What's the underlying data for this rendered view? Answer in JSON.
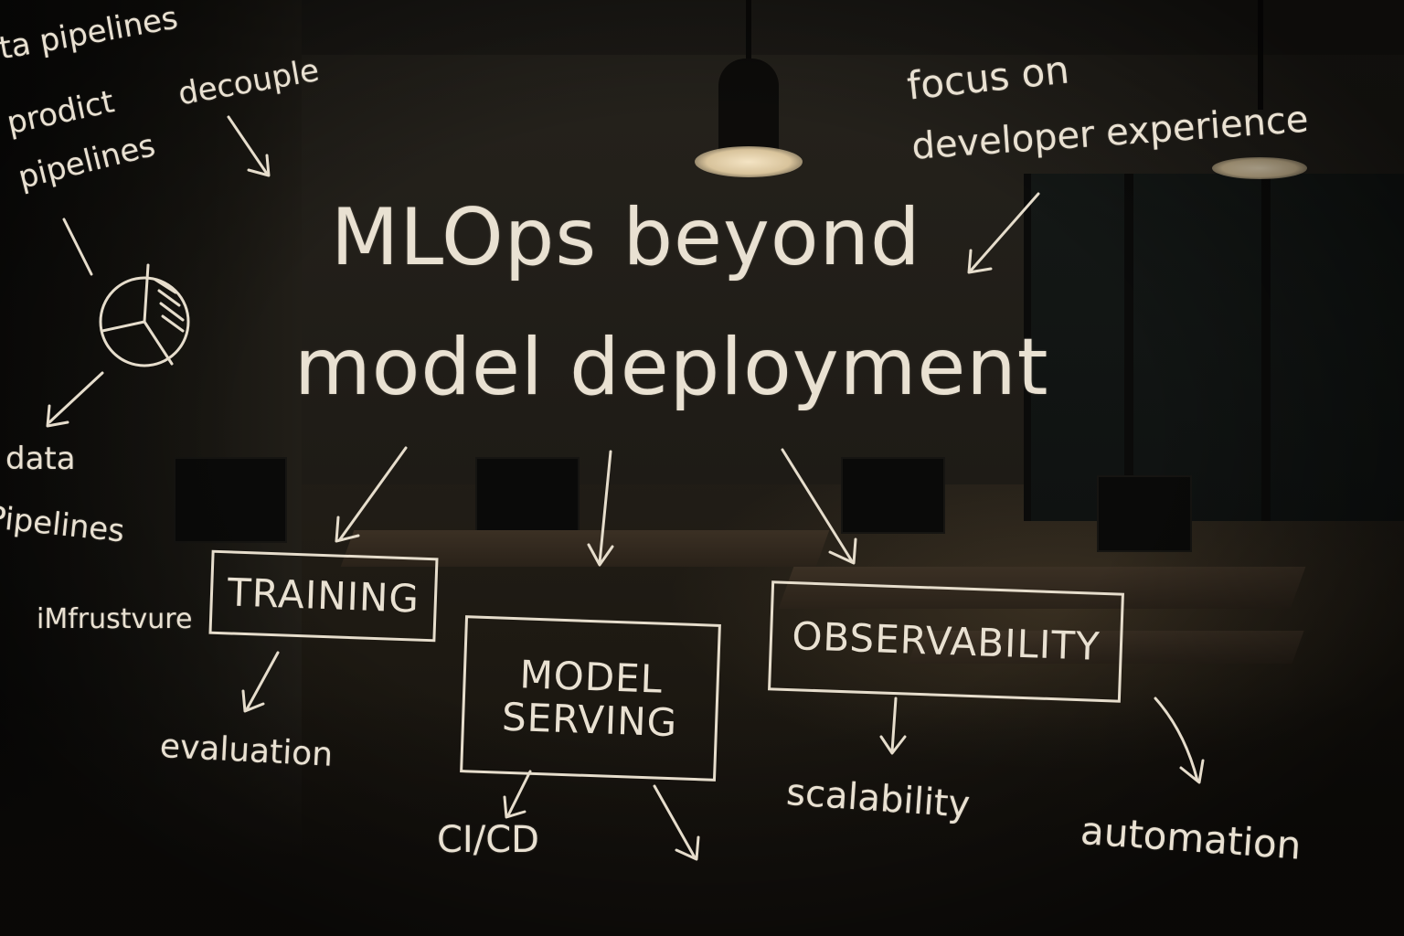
{
  "title": {
    "line1": "MLOps beyond",
    "line2": "model deployment"
  },
  "notes": {
    "data_pipelines_top": "ta pipelines",
    "product": "prodict",
    "pipelines": "pipelines",
    "decouple": "decouple",
    "focus_line1": "focus on",
    "focus_line2": "developer experience",
    "data": "data",
    "pipelines_lower": "Pipelines",
    "infrastructure": "iMfrustvure",
    "evaluation": "evaluation",
    "cicd": "CI/CD",
    "scalability": "scalability",
    "automation": "automation"
  },
  "boxes": {
    "training": "TRAINING",
    "model_serving_line1": "MODEL",
    "model_serving_line2": "SERVING",
    "observability": "OBSERVABILITY"
  },
  "colors": {
    "chalk": "#e9e1d2",
    "background": "#1c1a16"
  },
  "icons": {
    "pie_sketch": "pie-chart-sketch-icon",
    "arrows": "hand-drawn-arrow-icon"
  }
}
